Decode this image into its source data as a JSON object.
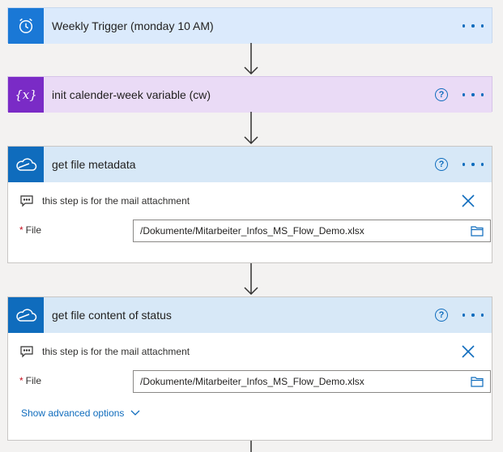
{
  "steps": [
    {
      "title": "Weekly Trigger (monday 10 AM)",
      "icon": "alarm-clock-icon",
      "color": "#1a78d6"
    },
    {
      "title": "init calender-week variable (cw)",
      "icon": "variable-icon",
      "color": "#7a2bc6",
      "help": "?"
    },
    {
      "title": "get file metadata",
      "icon": "onedrive-cloud-icon",
      "color": "#0f6cbd",
      "help": "?",
      "comment": "this step is for the mail attachment",
      "field": {
        "label": "File",
        "required": "*",
        "value": "/Dokumente/Mitarbeiter_Infos_MS_Flow_Demo.xlsx"
      }
    },
    {
      "title": "get file content of status",
      "icon": "onedrive-cloud-icon",
      "color": "#0f6cbd",
      "help": "?",
      "comment": "this step is for the mail attachment",
      "field": {
        "label": "File",
        "required": "*",
        "value": "/Dokumente/Mitarbeiter_Infos_MS_Flow_Demo.xlsx"
      },
      "advanced": "Show advanced options"
    }
  ]
}
